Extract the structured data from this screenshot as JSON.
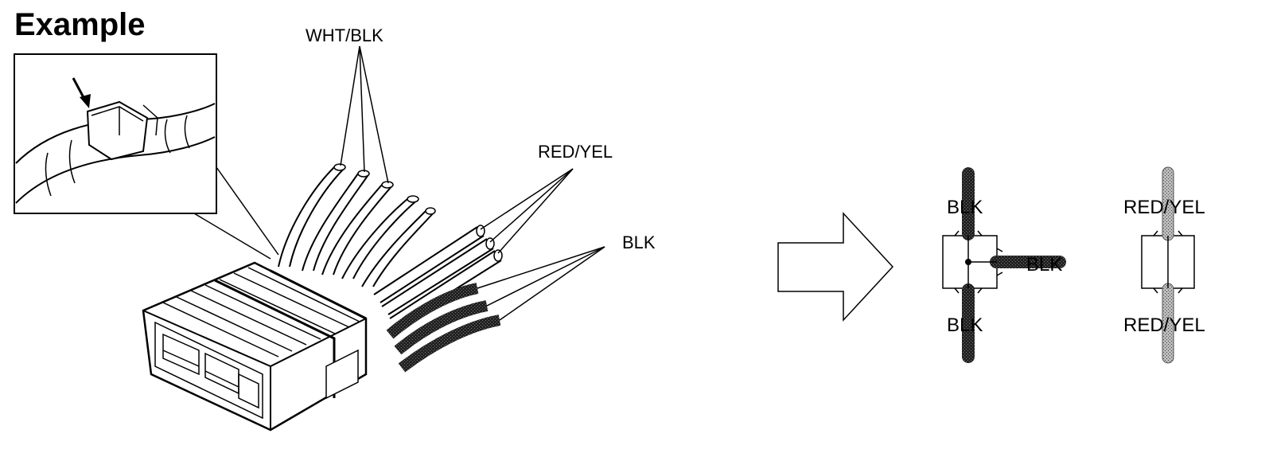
{
  "title": "Example",
  "labels": {
    "wht_blk": "WHT/BLK",
    "red_yel": "RED/YEL",
    "blk": "BLK"
  },
  "splice_blk": {
    "top": "BLK",
    "right": "BLK",
    "bottom": "BLK"
  },
  "splice_red_yel": {
    "top": "RED/YEL",
    "bottom": "RED/YEL"
  }
}
